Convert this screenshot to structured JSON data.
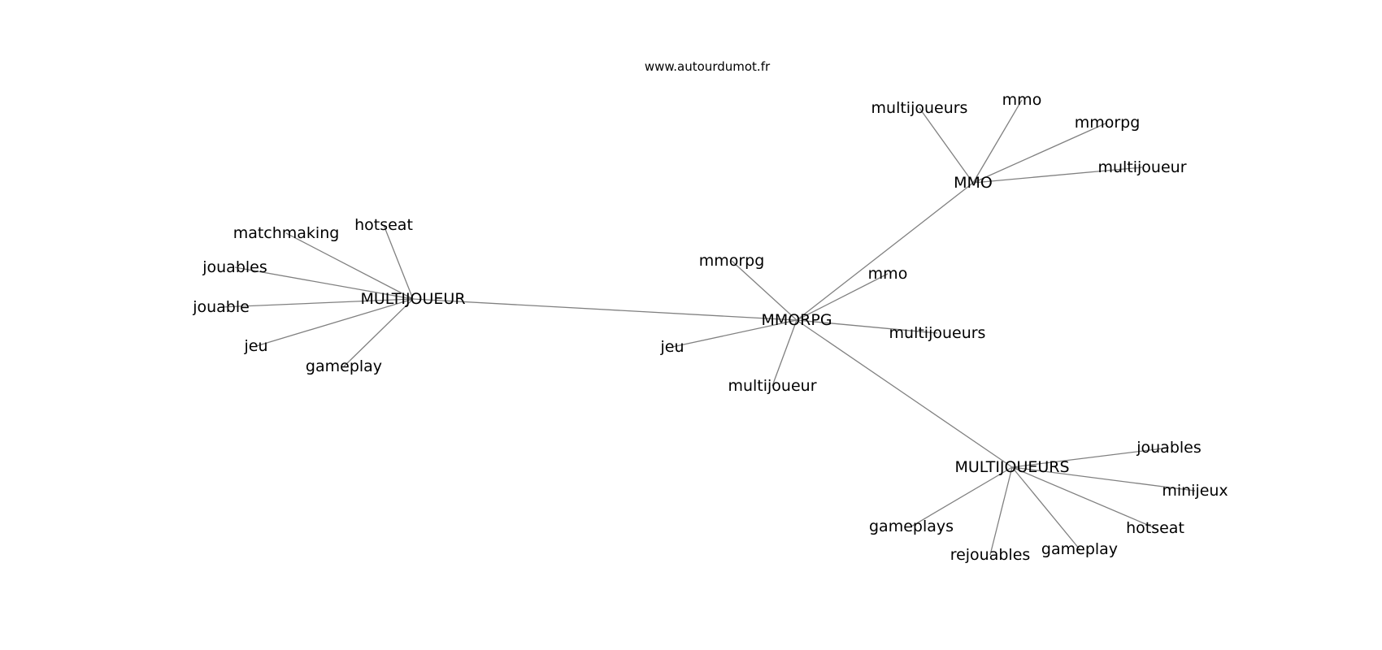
{
  "source": "www.autourdumot.fr",
  "graph": {
    "nodes": [
      {
        "id": "mmorpg_c",
        "label": "MMORPG"
      },
      {
        "id": "multijoueur_c",
        "label": "MULTIJOUEUR"
      },
      {
        "id": "mmo_c",
        "label": "MMO"
      },
      {
        "id": "multijoueurs_c",
        "label": "MULTIJOUEURS"
      },
      {
        "id": "n_mmorpg_mmorpg",
        "label": "mmorpg"
      },
      {
        "id": "n_mmorpg_mmo",
        "label": "mmo"
      },
      {
        "id": "n_mmorpg_multijoueurs",
        "label": "multijoueurs"
      },
      {
        "id": "n_mmorpg_jeu",
        "label": "jeu"
      },
      {
        "id": "n_mmorpg_multijoueur",
        "label": "multijoueur"
      },
      {
        "id": "n_mj_matchmaking",
        "label": "matchmaking"
      },
      {
        "id": "n_mj_hotseat",
        "label": "hotseat"
      },
      {
        "id": "n_mj_jouables",
        "label": "jouables"
      },
      {
        "id": "n_mj_jouable",
        "label": "jouable"
      },
      {
        "id": "n_mj_jeu",
        "label": "jeu"
      },
      {
        "id": "n_mj_gameplay",
        "label": "gameplay"
      },
      {
        "id": "n_mmo_multijoueurs",
        "label": "multijoueurs"
      },
      {
        "id": "n_mmo_mmo",
        "label": "mmo"
      },
      {
        "id": "n_mmo_mmorpg",
        "label": "mmorpg"
      },
      {
        "id": "n_mmo_multijoueur",
        "label": "multijoueur"
      },
      {
        "id": "n_mjs_jouables",
        "label": "jouables"
      },
      {
        "id": "n_mjs_minijeux",
        "label": "minijeux"
      },
      {
        "id": "n_mjs_hotseat",
        "label": "hotseat"
      },
      {
        "id": "n_mjs_gameplay",
        "label": "gameplay"
      },
      {
        "id": "n_mjs_rejouables",
        "label": "rejouables"
      },
      {
        "id": "n_mjs_gameplays",
        "label": "gameplays"
      }
    ],
    "edges": [
      [
        "mmorpg_c",
        "multijoueur_c"
      ],
      [
        "mmorpg_c",
        "mmo_c"
      ],
      [
        "mmorpg_c",
        "multijoueurs_c"
      ],
      [
        "mmorpg_c",
        "n_mmorpg_mmorpg"
      ],
      [
        "mmorpg_c",
        "n_mmorpg_mmo"
      ],
      [
        "mmorpg_c",
        "n_mmorpg_multijoueurs"
      ],
      [
        "mmorpg_c",
        "n_mmorpg_jeu"
      ],
      [
        "mmorpg_c",
        "n_mmorpg_multijoueur"
      ],
      [
        "multijoueur_c",
        "n_mj_matchmaking"
      ],
      [
        "multijoueur_c",
        "n_mj_hotseat"
      ],
      [
        "multijoueur_c",
        "n_mj_jouables"
      ],
      [
        "multijoueur_c",
        "n_mj_jouable"
      ],
      [
        "multijoueur_c",
        "n_mj_jeu"
      ],
      [
        "multijoueur_c",
        "n_mj_gameplay"
      ],
      [
        "mmo_c",
        "n_mmo_multijoueurs"
      ],
      [
        "mmo_c",
        "n_mmo_mmo"
      ],
      [
        "mmo_c",
        "n_mmo_mmorpg"
      ],
      [
        "mmo_c",
        "n_mmo_multijoueur"
      ],
      [
        "multijoueurs_c",
        "n_mjs_jouables"
      ],
      [
        "multijoueurs_c",
        "n_mjs_minijeux"
      ],
      [
        "multijoueurs_c",
        "n_mjs_hotseat"
      ],
      [
        "multijoueurs_c",
        "n_mjs_gameplay"
      ],
      [
        "multijoueurs_c",
        "n_mjs_rejouables"
      ],
      [
        "multijoueurs_c",
        "n_mjs_gameplays"
      ]
    ]
  }
}
